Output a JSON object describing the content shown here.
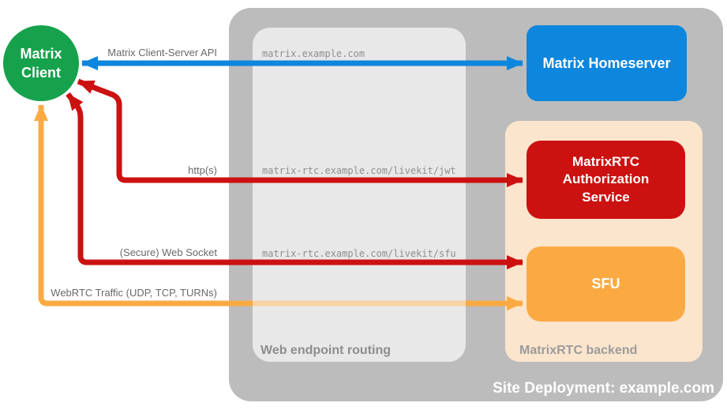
{
  "diagram": {
    "site_label": "Site Deployment: example.com",
    "client": {
      "label": "Matrix Client"
    },
    "homeserver": {
      "label": "Matrix Homeserver"
    },
    "web_routing": {
      "label": "Web endpoint routing",
      "endpoints": [
        "matrix.example.com",
        "matrix-rtc.example.com/livekit/jwt",
        "matrix-rtc.example.com/livekit/sfu"
      ]
    },
    "backend": {
      "label": "MatrixRTC backend",
      "auth_service_label": "MatrixRTC Authorization Service",
      "sfu_label": "SFU"
    },
    "connections": [
      {
        "label": "Matrix Client-Server API",
        "color": "#0d86dd",
        "type": "bidirectional"
      },
      {
        "label": "http(s)",
        "color": "#cc1111",
        "type": "bidirectional"
      },
      {
        "label": "(Secure) Web Socket",
        "color": "#cc1111",
        "type": "bidirectional"
      },
      {
        "label": "WebRTC Traffic (UDP, TCP, TURNs)",
        "color": "#fbaa43",
        "type": "bidirectional"
      }
    ],
    "colors": {
      "client_green": "#16a24c",
      "homeserver_blue": "#0d86dd",
      "auth_red": "#cc1111",
      "sfu_orange": "#fbaa43",
      "backend_peach": "#fce5cd",
      "routing_gray": "#e8e8e8",
      "container_gray": "#bcbcbc"
    }
  }
}
